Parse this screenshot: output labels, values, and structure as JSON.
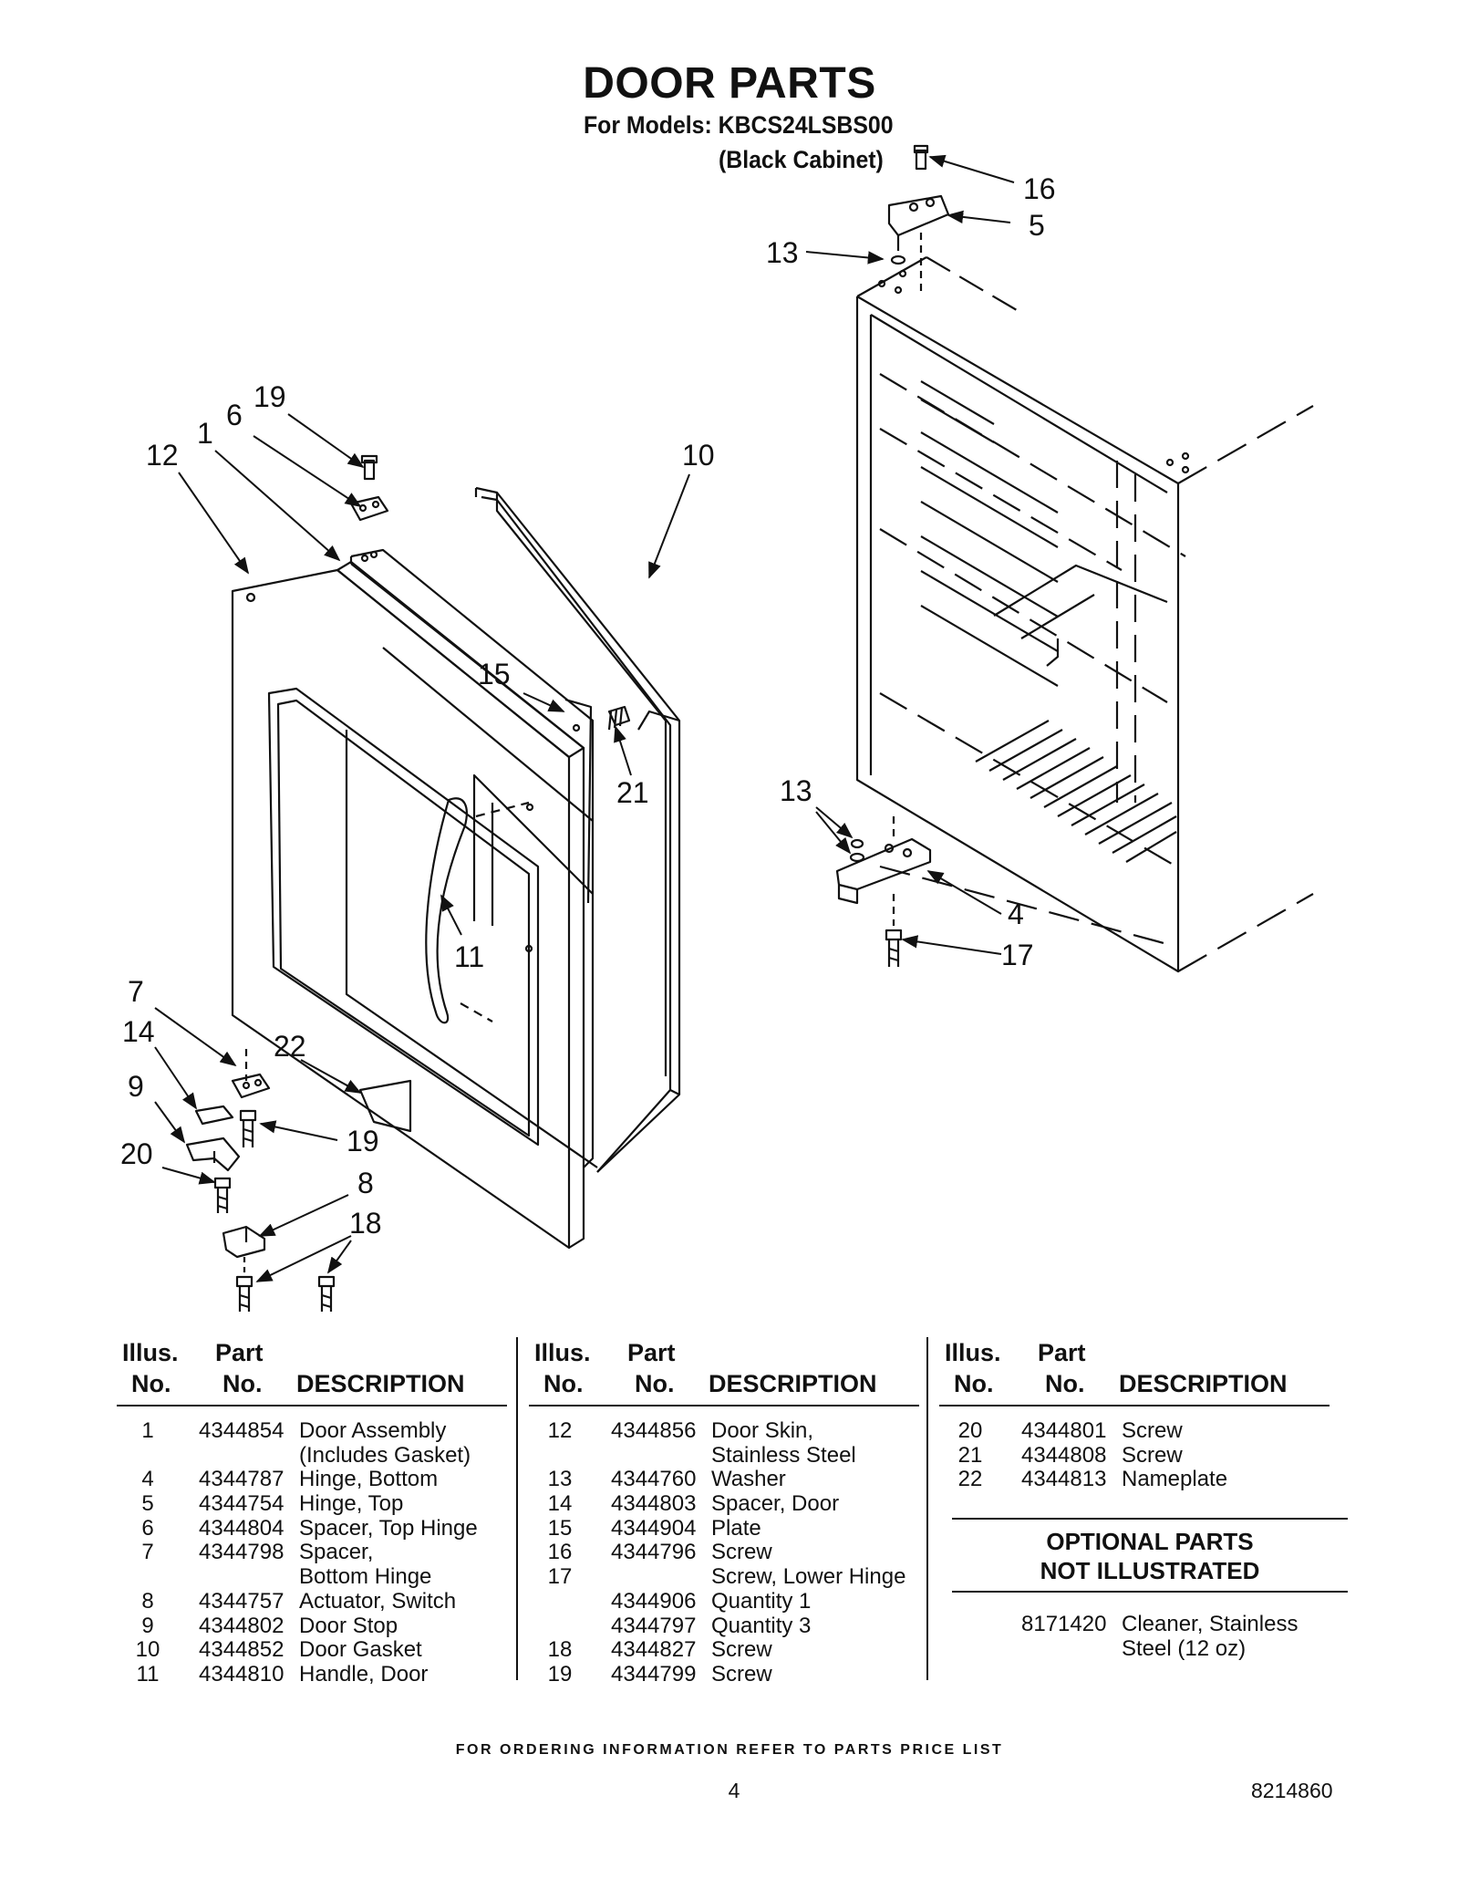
{
  "header": {
    "title": "DOOR PARTS",
    "models_line": "For Models: KBCS24LSBS00",
    "cabinet_line": "(Black Cabinet)"
  },
  "callouts": [
    "16",
    "5",
    "13",
    "19",
    "6",
    "1",
    "12",
    "10",
    "15",
    "21",
    "13",
    "4",
    "17",
    "11",
    "7",
    "14",
    "22",
    "9",
    "19",
    "20",
    "8",
    "18"
  ],
  "table_headers": {
    "illus_line1": "Illus.",
    "illus_line2": "No.",
    "part_line1": "Part",
    "part_line2": "No.",
    "description": "DESCRIPTION"
  },
  "columns": [
    [
      {
        "illus": "1",
        "part": "4344854",
        "desc": "Door Assembly"
      },
      {
        "illus": "",
        "part": "",
        "desc": "(Includes Gasket)"
      },
      {
        "illus": "4",
        "part": "4344787",
        "desc": "Hinge, Bottom"
      },
      {
        "illus": "5",
        "part": "4344754",
        "desc": "Hinge, Top"
      },
      {
        "illus": "6",
        "part": "4344804",
        "desc": "Spacer, Top Hinge"
      },
      {
        "illus": "7",
        "part": "4344798",
        "desc": "Spacer,"
      },
      {
        "illus": "",
        "part": "",
        "desc": "Bottom Hinge"
      },
      {
        "illus": "8",
        "part": "4344757",
        "desc": "Actuator, Switch"
      },
      {
        "illus": "9",
        "part": "4344802",
        "desc": "Door Stop"
      },
      {
        "illus": "10",
        "part": "4344852",
        "desc": "Door Gasket"
      },
      {
        "illus": "11",
        "part": "4344810",
        "desc": "Handle, Door"
      }
    ],
    [
      {
        "illus": "12",
        "part": "4344856",
        "desc": "Door Skin,"
      },
      {
        "illus": "",
        "part": "",
        "desc": "Stainless Steel"
      },
      {
        "illus": "13",
        "part": "4344760",
        "desc": "Washer"
      },
      {
        "illus": "14",
        "part": "4344803",
        "desc": "Spacer, Door"
      },
      {
        "illus": "15",
        "part": "4344904",
        "desc": "Plate"
      },
      {
        "illus": "16",
        "part": "4344796",
        "desc": "Screw"
      },
      {
        "illus": "17",
        "part": "",
        "desc": "Screw, Lower Hinge"
      },
      {
        "illus": "",
        "part": "4344906",
        "desc": "Quantity 1"
      },
      {
        "illus": "",
        "part": "4344797",
        "desc": "Quantity 3"
      },
      {
        "illus": "18",
        "part": "4344827",
        "desc": "Screw"
      },
      {
        "illus": "19",
        "part": "4344799",
        "desc": "Screw"
      }
    ],
    [
      {
        "illus": "20",
        "part": "4344801",
        "desc": "Screw"
      },
      {
        "illus": "21",
        "part": "4344808",
        "desc": "Screw"
      },
      {
        "illus": "22",
        "part": "4344813",
        "desc": "Nameplate"
      }
    ]
  ],
  "optional": {
    "title_line1": "OPTIONAL PARTS",
    "title_line2": "NOT ILLUSTRATED",
    "items": [
      {
        "part": "8171420",
        "desc": "Cleaner, Stainless"
      },
      {
        "part": "",
        "desc": "Steel (12 oz)"
      }
    ]
  },
  "footer": {
    "ordering_note": "FOR ORDERING INFORMATION REFER TO PARTS PRICE LIST",
    "page_number": "4",
    "document_number": "8214860"
  }
}
